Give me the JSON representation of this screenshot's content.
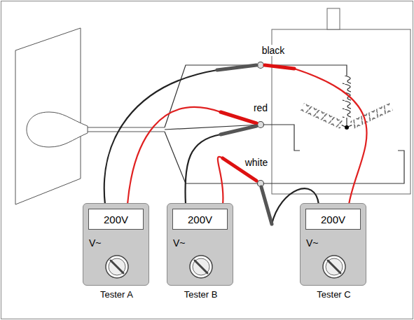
{
  "diagram": {
    "nodes": [
      {
        "text": [
          "200V",
          "V~",
          "Tester A"
        ]
      },
      {
        "text": [
          "200V",
          "V~",
          "Tester B"
        ]
      },
      {
        "text": [
          "200V",
          "V~",
          "Tester C"
        ]
      }
    ],
    "labels": [
      "black",
      "red",
      "white"
    ]
  }
}
